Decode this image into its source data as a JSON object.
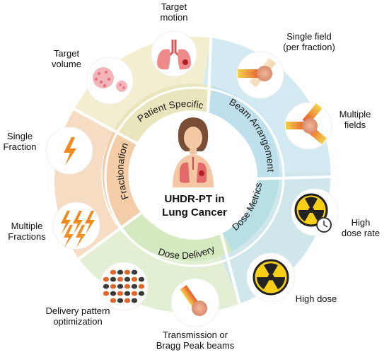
{
  "center": {
    "title_line1": "UHDR-PT in",
    "title_line2": "Lung Cancer"
  },
  "categories": {
    "patient_specific": "Patient Specific",
    "beam_arrangement": "Beam Arrangement",
    "dose_metrics": "Dose Metrics",
    "dose_delivery": "Dose Delivery",
    "fractionation": "Fractionation"
  },
  "items": {
    "target_motion_1": "Target",
    "target_motion_2": "motion",
    "target_volume_1": "Target",
    "target_volume_2": "volume",
    "single_field_1": "Single field",
    "single_field_2": "(per fraction)",
    "multiple_fields_1": "Multiple",
    "multiple_fields_2": "fields",
    "high_dose_rate_1": "High",
    "high_dose_rate_2": "dose rate",
    "high_dose": "High dose",
    "transmission_1": "Transmission or",
    "transmission_2": "Bragg Peak beams",
    "delivery_pattern_1": "Delivery pattern",
    "delivery_pattern_2": "optimization",
    "multiple_fractions_1": "Multiple",
    "multiple_fractions_2": "Fractions",
    "single_fraction_1": "Single",
    "single_fraction_2": "Fraction"
  },
  "colors": {
    "patient_specific": "#f3eed0",
    "beam_arrangement": "#d3eaf3",
    "dose_metrics": "#cfe7ea",
    "dose_delivery": "#e3efd3",
    "fractionation": "#f5dcc2",
    "patient_specific_inner": "#e6e2b4",
    "beam_arrangement_inner": "#b4dcea",
    "dose_metrics_inner": "#b2dde0",
    "dose_delivery_inner": "#cfe6b8",
    "fractionation_inner": "#f0c8a0"
  },
  "icons": [
    "lungs-icon",
    "tumor-cells-icon",
    "beam-icon",
    "radiation-icon",
    "clock-icon",
    "lightning-icon",
    "woman-lungs-icon"
  ]
}
